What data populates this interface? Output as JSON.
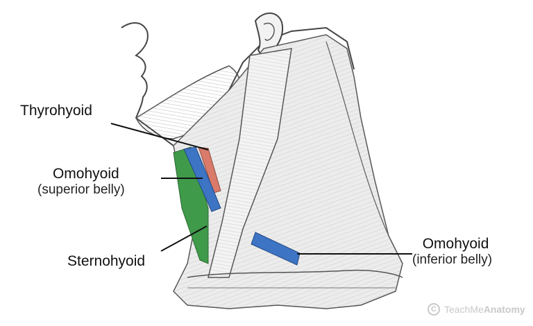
{
  "labels": {
    "thyrohyoid": "Thyrohyoid",
    "omohyoid_superior_name": "Omohyoid",
    "omohyoid_superior_part": "(superior belly)",
    "sternohyoid": "Sternohyoid",
    "omohyoid_inferior_name": "Omohyoid",
    "omohyoid_inferior_part": "(inferior belly)"
  },
  "watermark": {
    "icon_symbol": "C",
    "brand_light": "TeachMe",
    "brand_bold": "Anatomy"
  },
  "colors": {
    "sternohyoid": "#3f9a4a",
    "omohyoid": "#3d74c4",
    "thyrohyoid": "#d97a6a",
    "muscle_fill": "#e6e6e6",
    "muscle_stroke": "#5a5a5a"
  }
}
